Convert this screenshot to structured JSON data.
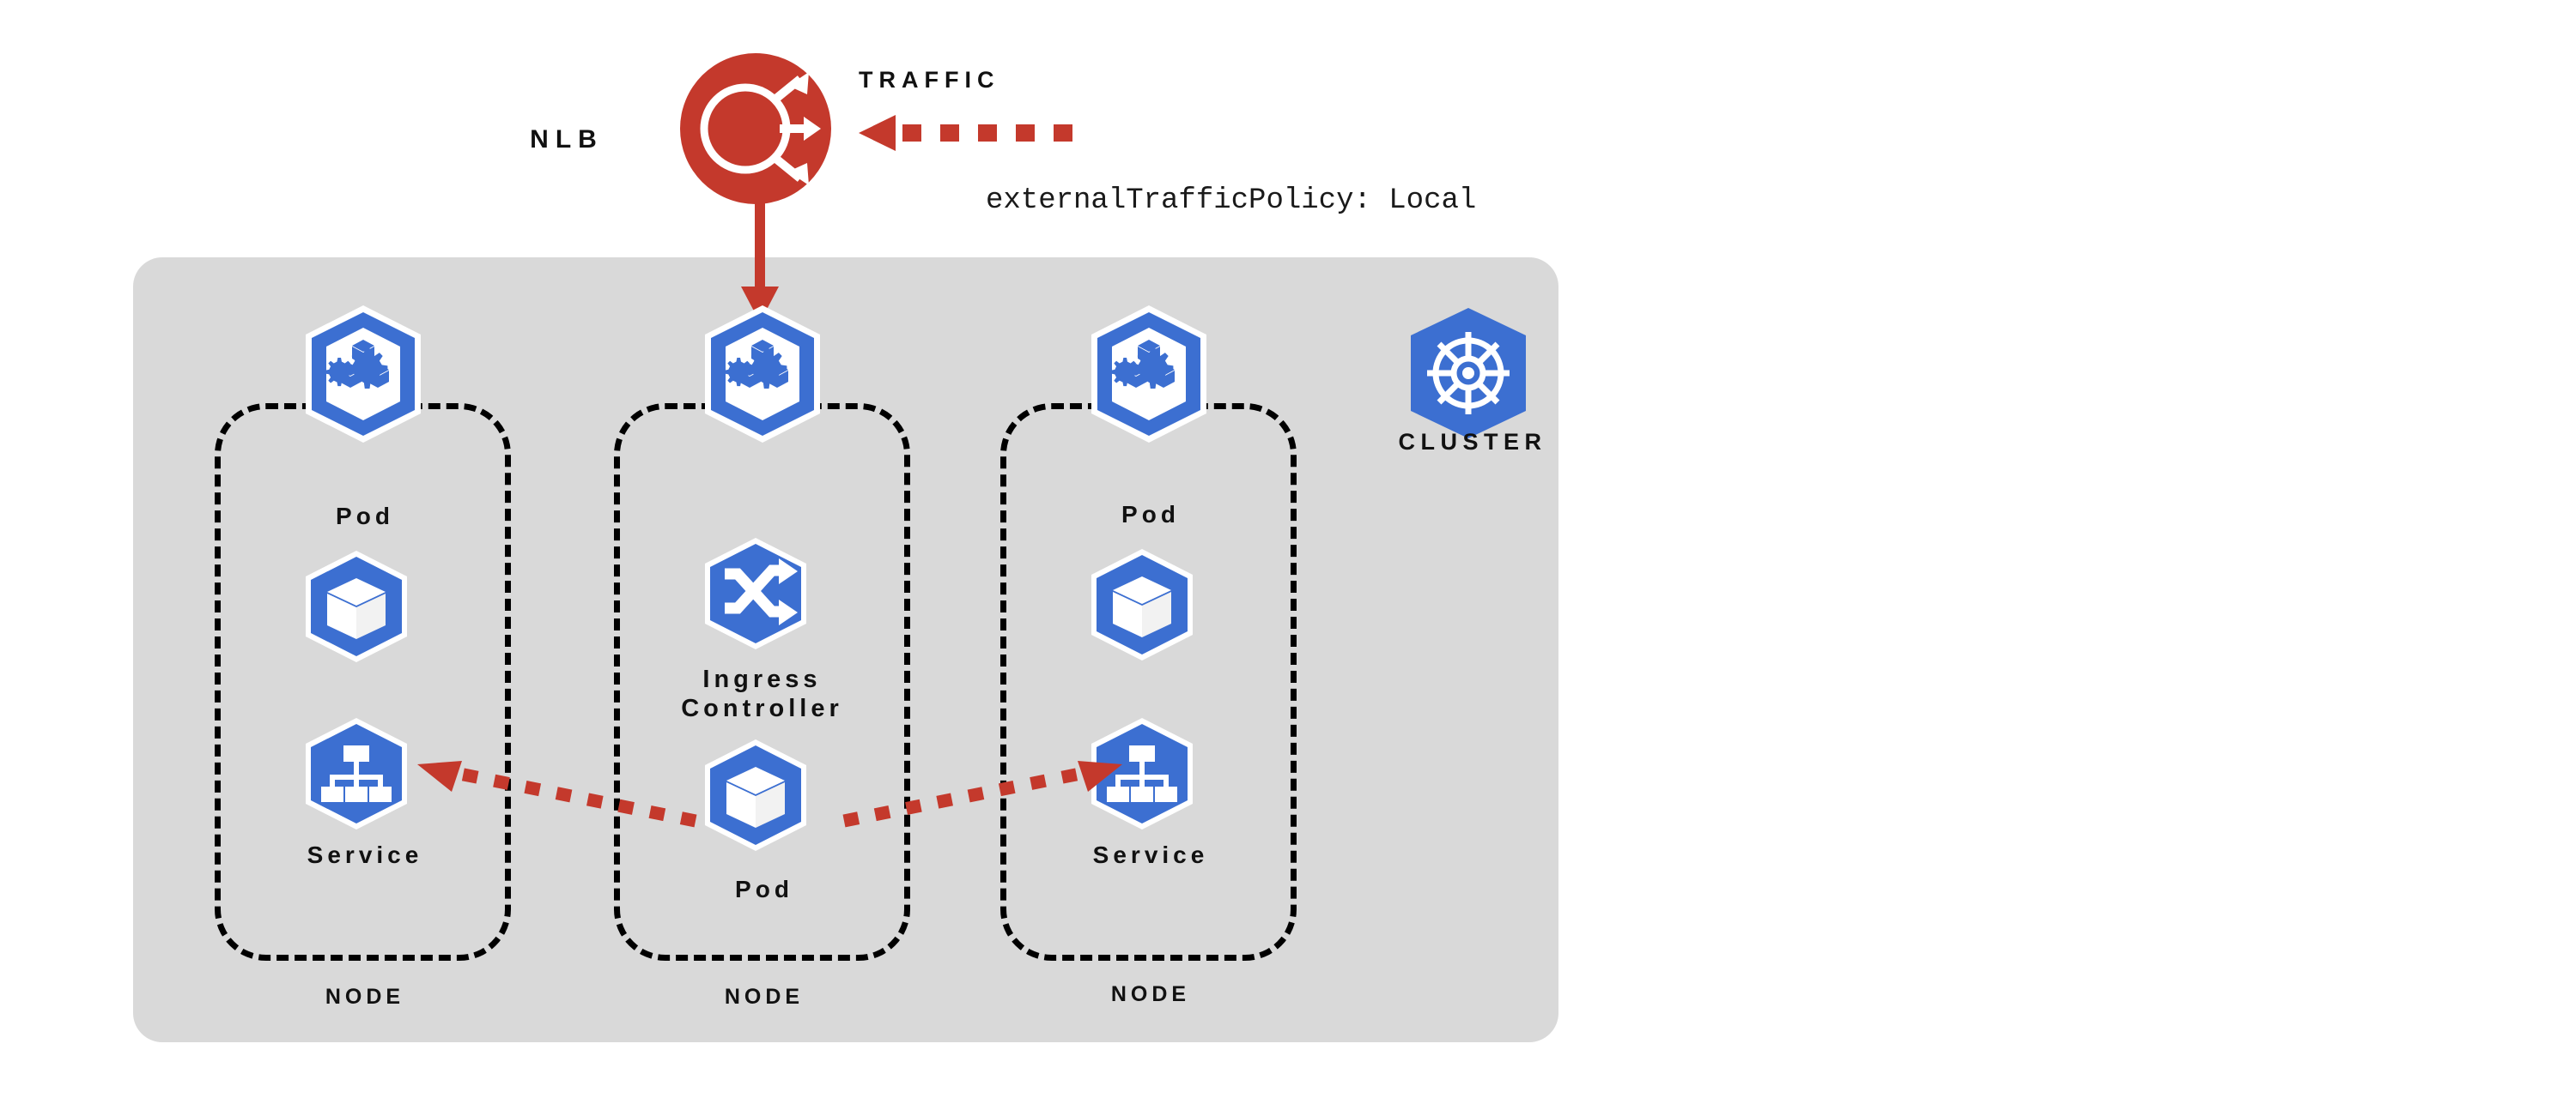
{
  "diagram": {
    "title": "Kubernetes NLB externalTrafficPolicy Local",
    "colors": {
      "k8s_blue": "#3c6fd1",
      "k8s_blue_light": "#4a7fe0",
      "accent_red": "#c4392c",
      "cluster_bg": "#d9d9d9",
      "dash_black": "#000000",
      "icon_white": "#ffffff",
      "page_bg": "#ffffff"
    }
  },
  "external": {
    "nlb_label": "NLB",
    "nlb_icon": "network-load-balancer-icon",
    "traffic_label": "TRAFFIC",
    "traffic_arrow_icon": "dashed-arrow-left-icon",
    "policy_annotation": "externalTrafficPolicy: Local",
    "ingress_arrow_icon": "arrow-down-icon"
  },
  "cluster": {
    "label": "CLUSTER",
    "icon": "kubernetes-helm-icon",
    "node_icon": "kubernetes-node-icon"
  },
  "nodes": [
    {
      "id": "node-left",
      "label": "NODE",
      "node_icon": "kubernetes-node-icon",
      "items": [
        {
          "kind": "pod",
          "label": "Pod",
          "icon": "pod-cube-icon",
          "label_position": "above"
        },
        {
          "kind": "service",
          "label": "Service",
          "icon": "service-tree-icon",
          "label_position": "below"
        }
      ]
    },
    {
      "id": "node-center",
      "label": "NODE",
      "node_icon": "kubernetes-node-icon",
      "items": [
        {
          "kind": "ingress-controller",
          "label": "Ingress\nController",
          "icon": "ingress-shuffle-icon",
          "label_position": "below"
        },
        {
          "kind": "pod",
          "label": "Pod",
          "icon": "pod-cube-icon",
          "label_position": "below"
        }
      ]
    },
    {
      "id": "node-right",
      "label": "NODE",
      "node_icon": "kubernetes-node-icon",
      "items": [
        {
          "kind": "pod",
          "label": "Pod",
          "icon": "pod-cube-icon",
          "label_position": "above"
        },
        {
          "kind": "service",
          "label": "Service",
          "icon": "service-tree-icon",
          "label_position": "below"
        }
      ]
    }
  ],
  "connections": [
    {
      "id": "traffic-to-nlb",
      "from": "TRAFFIC",
      "to": "NLB",
      "style": "dashed",
      "color": "#c4392c",
      "direction": "left"
    },
    {
      "id": "nlb-to-center-node",
      "from": "NLB",
      "to": "node-center",
      "style": "solid",
      "color": "#c4392c",
      "direction": "down"
    },
    {
      "id": "ingress-pod-to-left-svc",
      "from": "node-center-pod",
      "to": "node-left-service",
      "style": "dashed",
      "color": "#c4392c",
      "direction": "left"
    },
    {
      "id": "ingress-pod-to-right-svc",
      "from": "node-center-pod",
      "to": "node-right-service",
      "style": "dashed",
      "color": "#c4392c",
      "direction": "right"
    }
  ]
}
